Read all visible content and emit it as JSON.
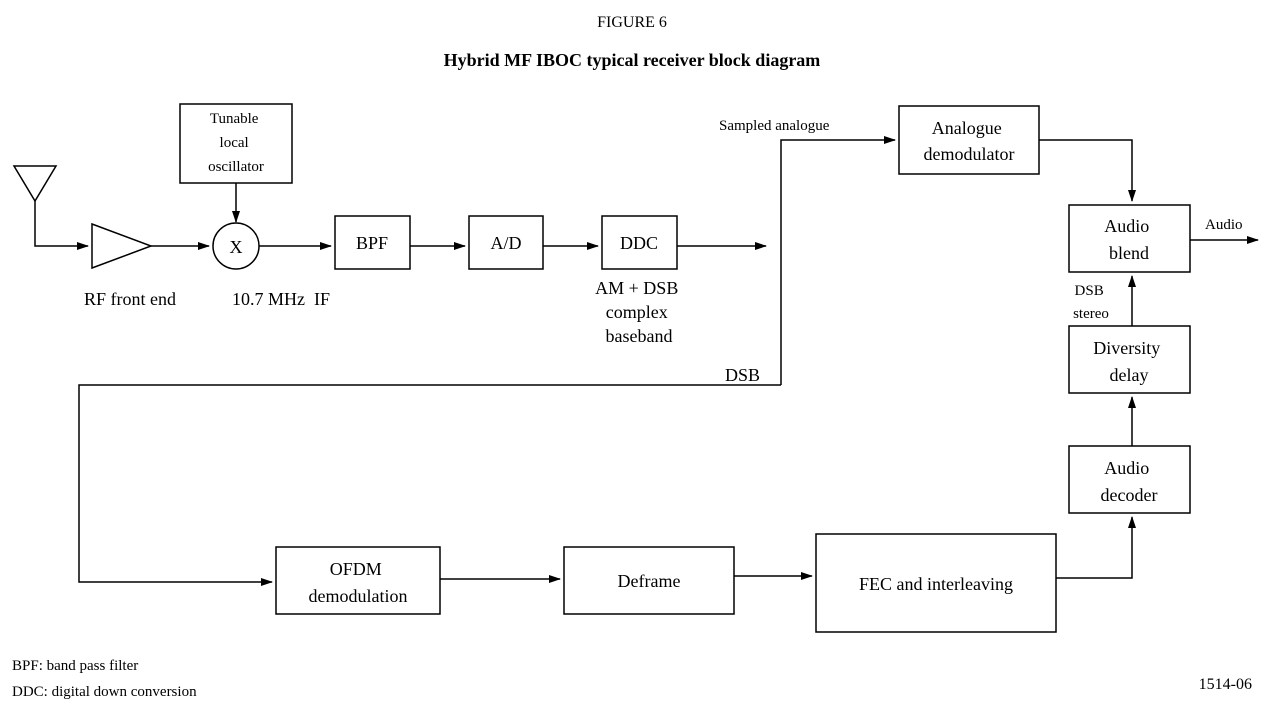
{
  "figure": {
    "number": "FIGURE 6",
    "title": "Hybrid MF IBOC typical receiver block diagram",
    "code": "1514-06"
  },
  "blocks": {
    "oscillator": [
      "Tunable",
      "local",
      "oscillator"
    ],
    "mixer": "X",
    "bpf": "BPF",
    "ad": "A/D",
    "ddc": "DDC",
    "analogue_demod": [
      "Analogue",
      "demodulator"
    ],
    "audio_blend": [
      "Audio",
      "blend"
    ],
    "diversity_delay": [
      "Diversity",
      "delay"
    ],
    "audio_decoder": [
      "Audio",
      "decoder"
    ],
    "ofdm": [
      "OFDM",
      "demodulation"
    ],
    "deframe": "Deframe",
    "fec": "FEC and interleaving"
  },
  "labels": {
    "rf_front_end": "RF front end",
    "if_freq": "10.7 MHz  IF",
    "baseband": [
      "AM + DSB",
      "complex",
      "baseband"
    ],
    "sampled_analogue": "Sampled analogue",
    "dsb": "DSB",
    "audio_out": "Audio",
    "dsb_stereo": [
      "DSB",
      "stereo"
    ]
  },
  "legend": [
    "BPF: band pass filter",
    "DDC: digital down conversion"
  ]
}
